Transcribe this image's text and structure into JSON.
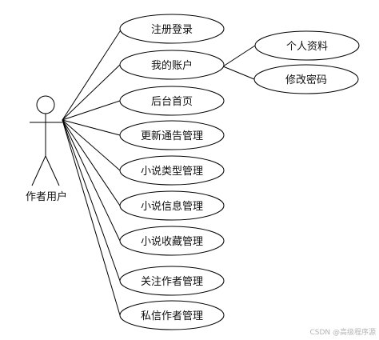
{
  "actor": {
    "label": "作者用户"
  },
  "use_cases": [
    {
      "id": "register-login",
      "label": "注册登录"
    },
    {
      "id": "my-account",
      "label": "我的账户"
    },
    {
      "id": "admin-home",
      "label": "后台首页"
    },
    {
      "id": "update-notice",
      "label": "更新通告管理"
    },
    {
      "id": "novel-type",
      "label": "小说类型管理"
    },
    {
      "id": "novel-info",
      "label": "小说信息管理"
    },
    {
      "id": "novel-favorite",
      "label": "小说收藏管理"
    },
    {
      "id": "follow-author",
      "label": "关注作者管理"
    },
    {
      "id": "private-msg",
      "label": "私信作者管理"
    }
  ],
  "sub_use_cases": [
    {
      "id": "personal-info",
      "label": "个人资料"
    },
    {
      "id": "change-password",
      "label": "修改密码"
    }
  ],
  "watermark": "CSDN @高级程序源"
}
